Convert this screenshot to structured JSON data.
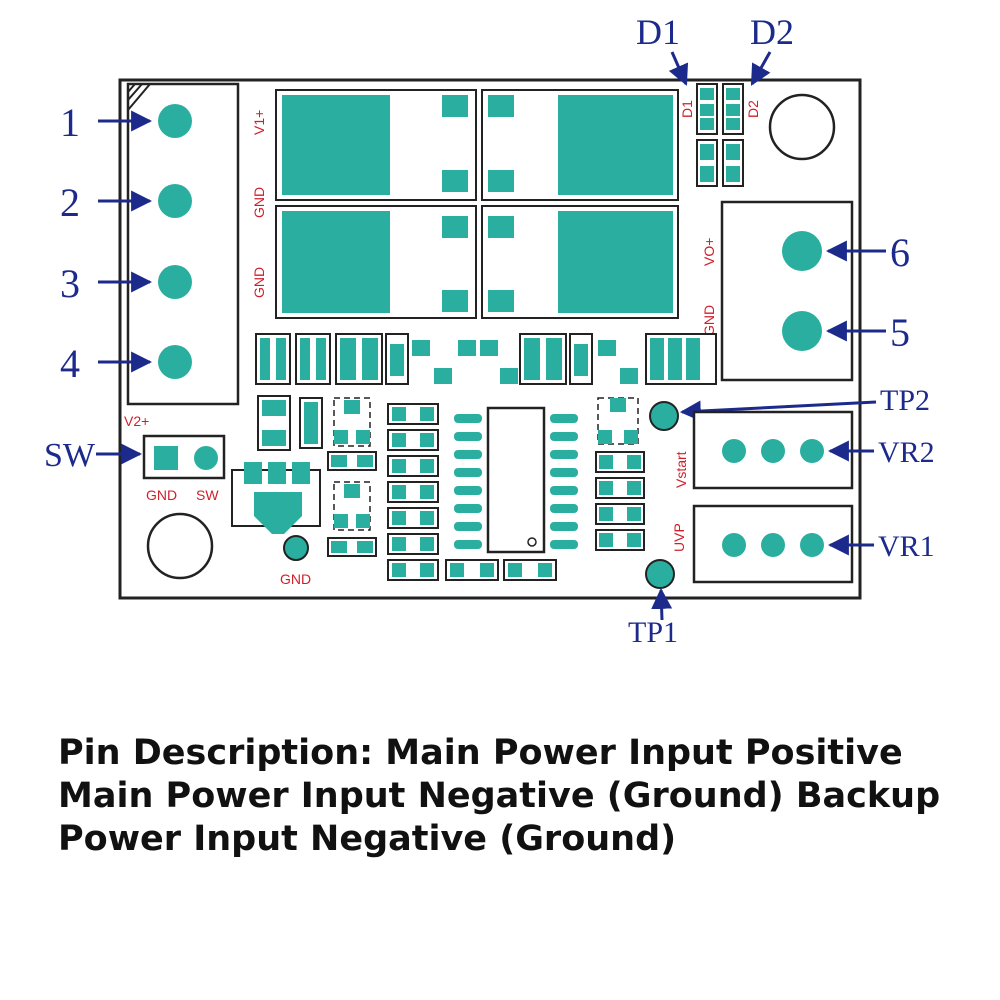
{
  "colors": {
    "board_outline": "#222222",
    "copper": "#2aaea0",
    "callout": "#1c2a8c",
    "silkscreen": "#d11f2a",
    "caption_text": "#111111"
  },
  "pins": {
    "p1": "1",
    "p2": "2",
    "p3": "3",
    "p4": "4",
    "p5": "5",
    "p6": "6"
  },
  "callouts": {
    "d1": "D1",
    "d2": "D2",
    "sw": "SW",
    "tp1": "TP1",
    "tp2": "TP2",
    "vr1": "VR1",
    "vr2": "VR2"
  },
  "silkscreen": {
    "v1_plus": "V1+",
    "gnd_left_top": "GND",
    "gnd_left_bottom": "GND",
    "v2_plus": "V2+",
    "sw_gnd": "GND",
    "sw_sw": "SW",
    "vo_plus": "VO+",
    "gnd_right": "GND",
    "vstart": "Vstart",
    "uvp": "UVP",
    "d1_small": "D1",
    "d2_small": "D2",
    "gnd_small": "GND"
  },
  "caption": {
    "text": "Pin Description: Main Power Input Positive Main Power Input Negative (Ground) Backup Power Input Negative (Ground)"
  }
}
